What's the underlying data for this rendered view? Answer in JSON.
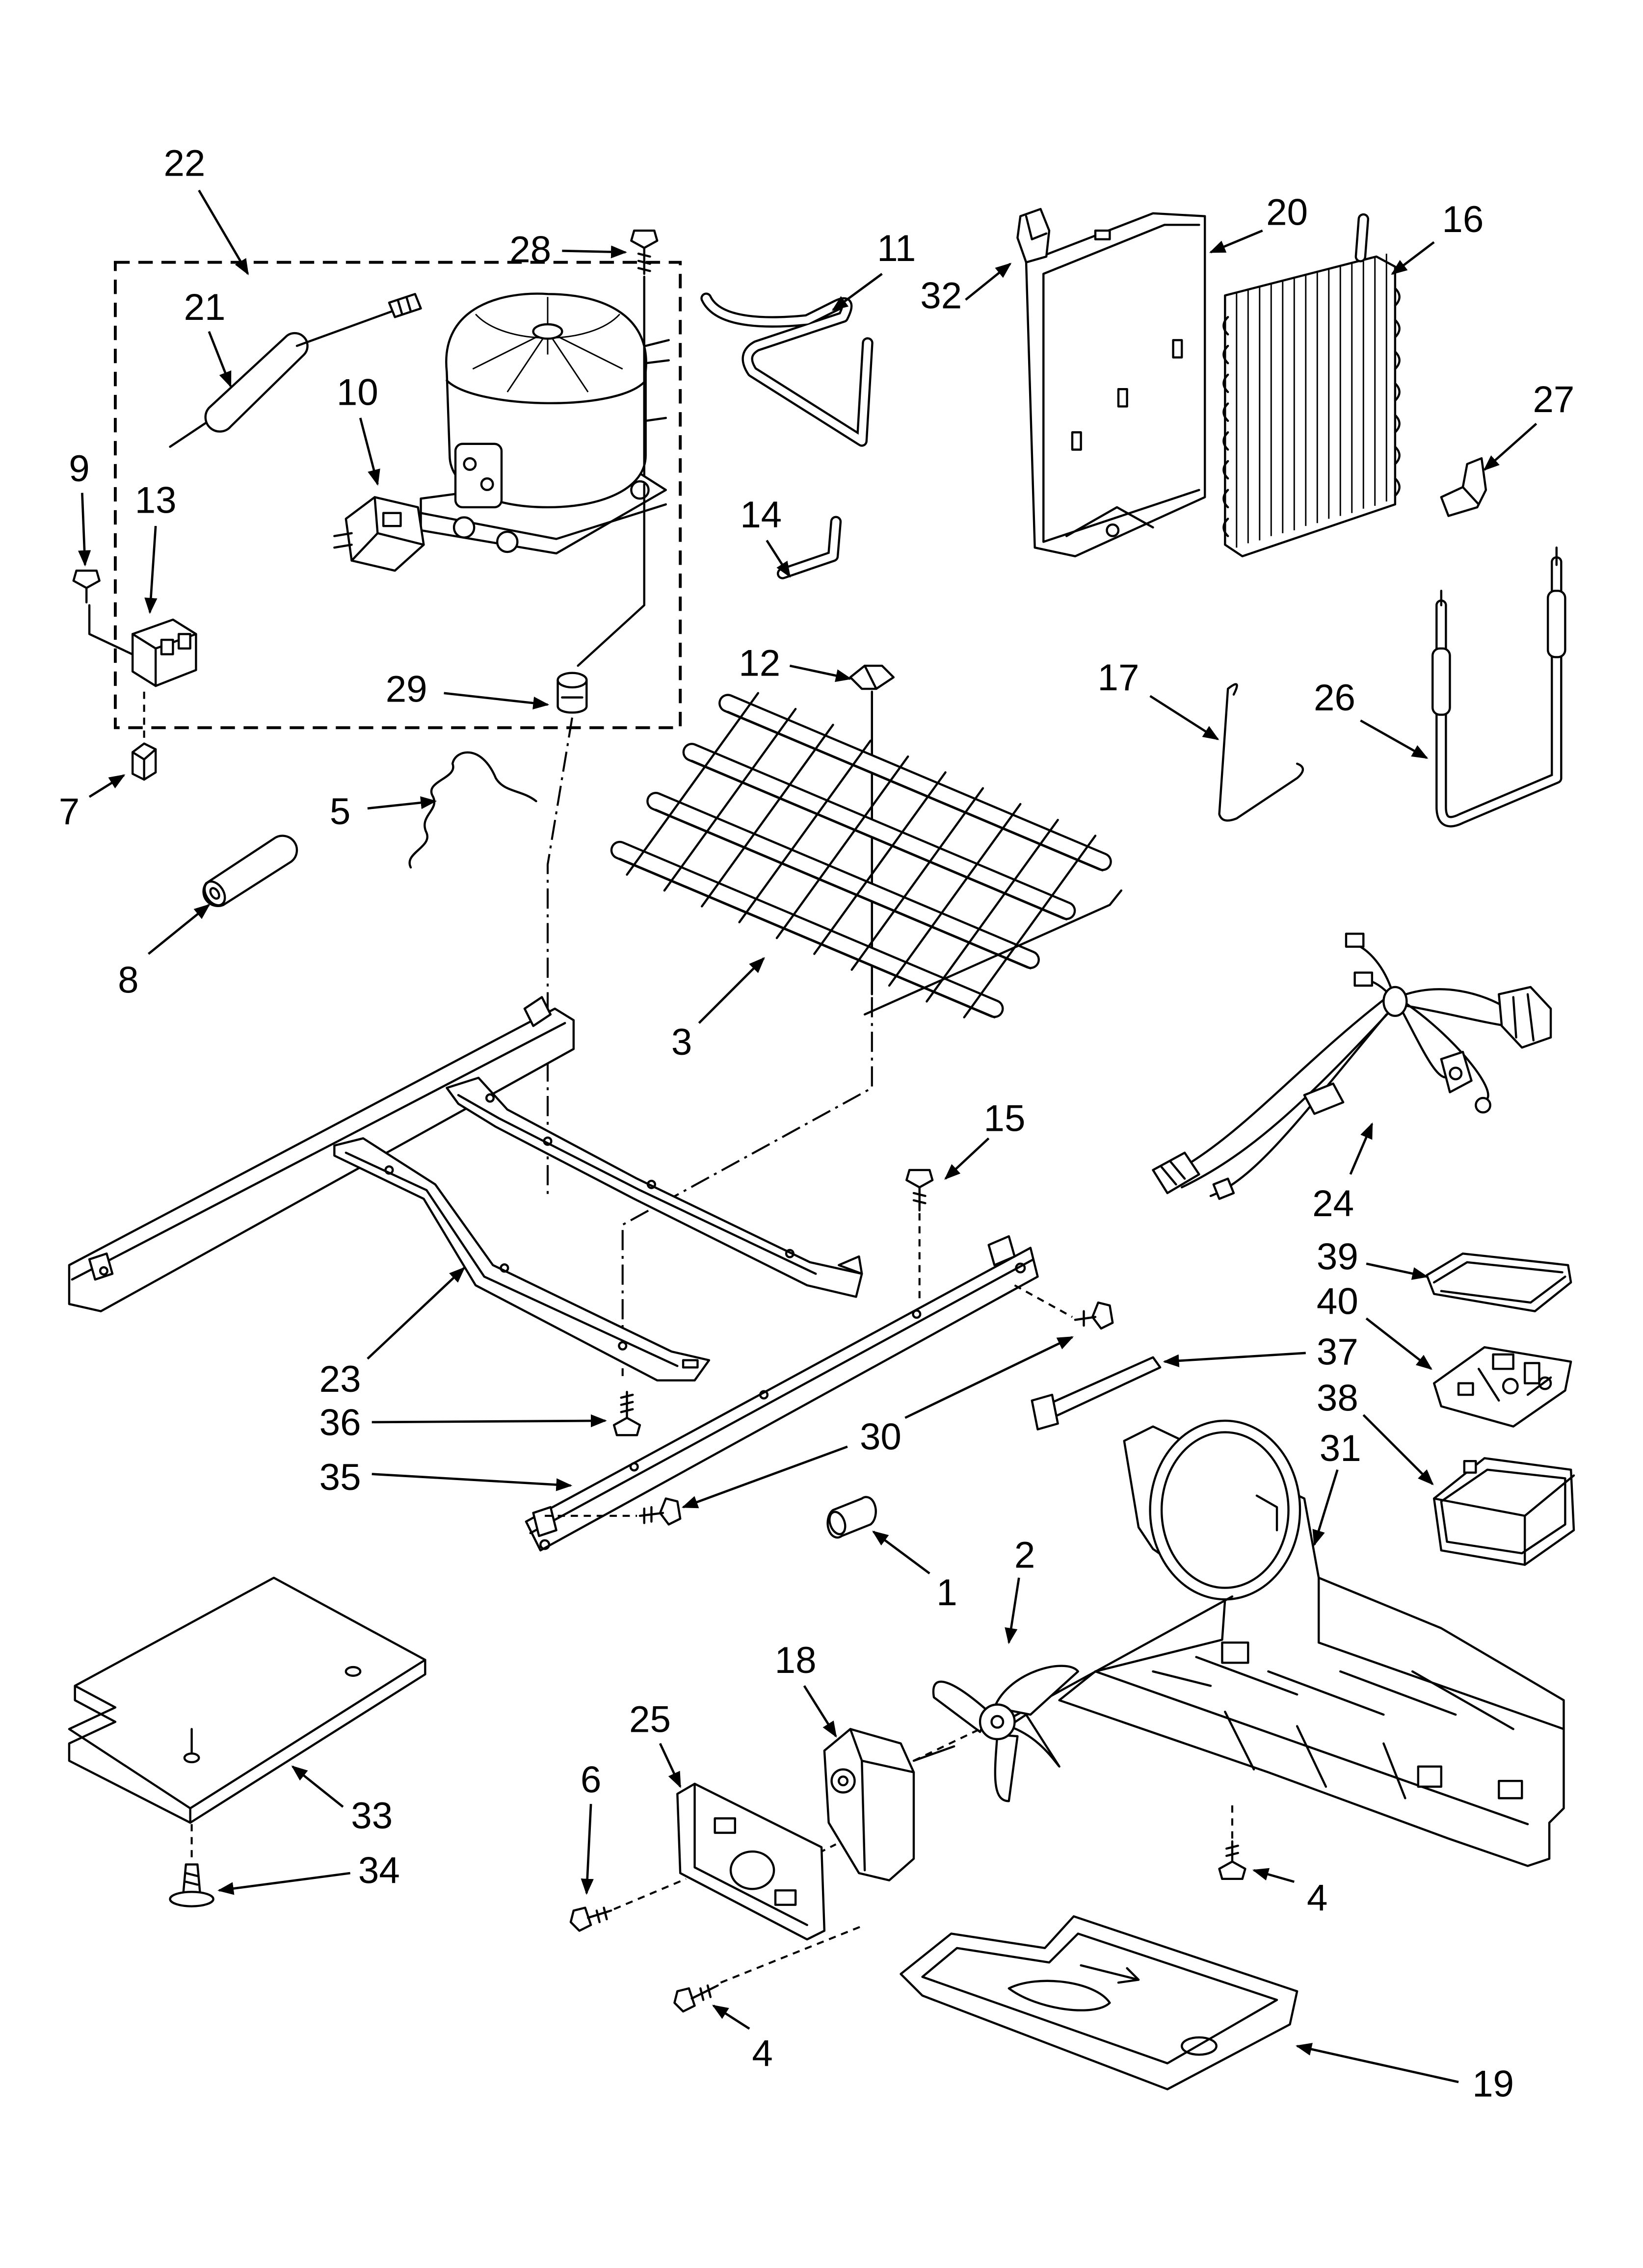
{
  "callouts": [
    "22",
    "28",
    "11",
    "20",
    "16",
    "32",
    "21",
    "10",
    "9",
    "13",
    "27",
    "14",
    "12",
    "29",
    "17",
    "26",
    "7",
    "5",
    "8",
    "3",
    "24",
    "15",
    "39",
    "40",
    "37",
    "23",
    "36",
    "30",
    "38",
    "31",
    "35",
    "1",
    "2",
    "18",
    "25",
    "6",
    "33",
    "34",
    "4",
    "4",
    "19"
  ]
}
